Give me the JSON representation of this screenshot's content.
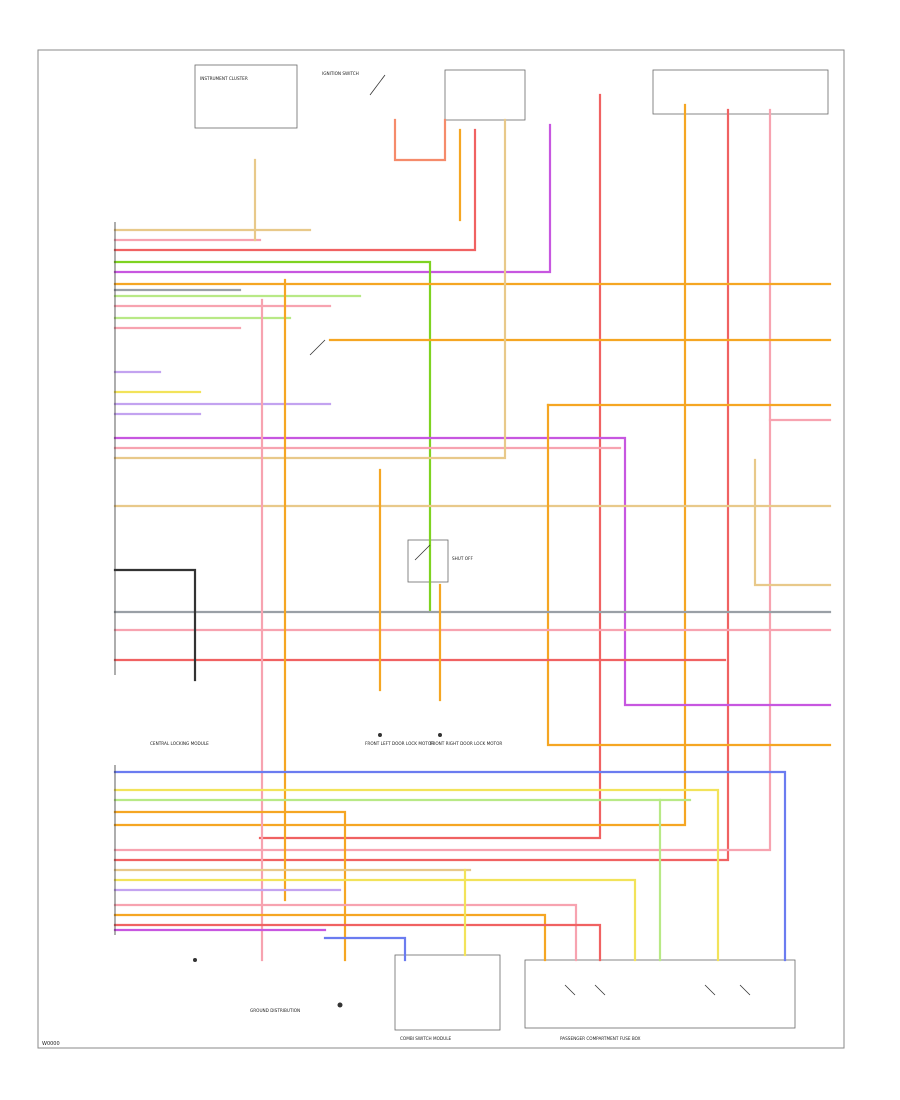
{
  "footer": {
    "code": "W0000"
  },
  "labels": {
    "ground_dist": "GROUND DISTRIBUTION",
    "can_module": "CENTRAL LOCKING MODULE",
    "combi_module": "COMBI SWITCH MODULE",
    "ignition": "IGNITION SWITCH",
    "passenger": "PASSENGER COMPARTMENT FUSE BOX",
    "dash_cluster": "INSTRUMENT CLUSTER",
    "shutoff": "SHUT OFF",
    "left_side": "FRONT LEFT DOOR LOCK MOTOR",
    "right_side": "FRONT RIGHT DOOR LOCK MOTOR"
  },
  "colors": {
    "orange": "#f5a623",
    "red": "#f06262",
    "pink": "#f7a3b0",
    "violet": "#c757e0",
    "green": "#7ed321",
    "yellow": "#f2e35a",
    "blue": "#6b7cf0",
    "gray": "#9aa0a6",
    "black": "#333333",
    "tan": "#e8c98a",
    "lavender": "#c3a3f0",
    "salmon": "#f58b6b",
    "lightgreen": "#b8e986"
  }
}
